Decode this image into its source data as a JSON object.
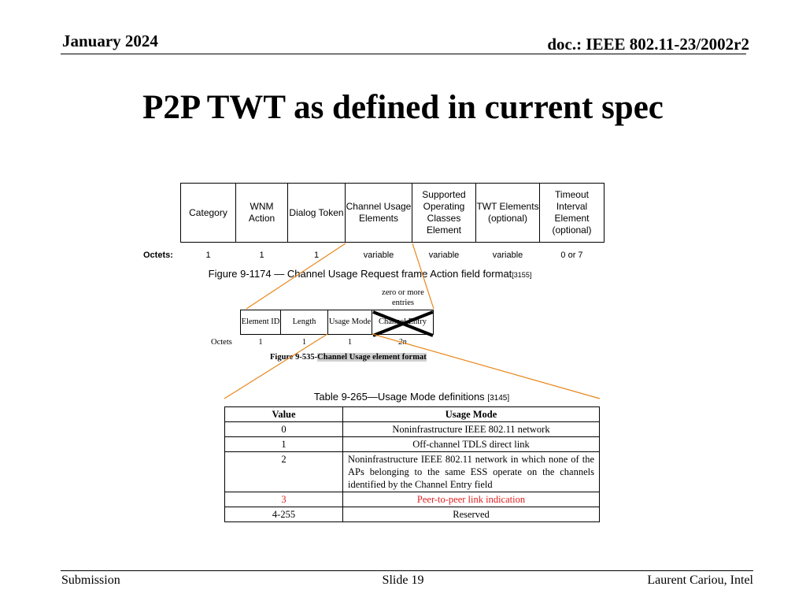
{
  "header": {
    "date": "January 2024",
    "doc": "doc.: IEEE 802.11-23/2002r2"
  },
  "title": "P2P TWT as defined in current spec",
  "figure1": {
    "fields": [
      "Category",
      "WNM Action",
      "Dialog Token",
      "Channel Usage Elements",
      "Supported Operating Classes Element",
      "TWT Elements (optional)",
      "Timeout Interval Element (optional)"
    ],
    "octets_label": "Octets:",
    "octets": [
      "1",
      "1",
      "1",
      "variable",
      "variable",
      "variable",
      "0 or 7"
    ],
    "caption": "Figure 9-1174 — Channel Usage Request frame Action field format",
    "caption_ref": "[3155]"
  },
  "figure2": {
    "fields": [
      "Element ID",
      "Length",
      "Usage Mode",
      "Channel Entry"
    ],
    "repeat_note": "zero or more entries",
    "octets_label": "Octets",
    "octets": [
      "1",
      "1",
      "1",
      "2n"
    ],
    "caption_prefix": "Figure 9-535-",
    "caption_text": "Channel Usage element format"
  },
  "table": {
    "caption": "Table 9-265—Usage Mode definitions",
    "caption_ref": "[3145]",
    "headers": [
      "Value",
      "Usage Mode"
    ],
    "rows": [
      {
        "value": "0",
        "mode": "Noninfrastructure IEEE 802.11 network"
      },
      {
        "value": "1",
        "mode": "Off-channel TDLS direct link"
      },
      {
        "value": "2",
        "mode": "Noninfrastructure IEEE 802.11 network in which none of the APs belonging to the same ESS operate on the channels identified by the Channel Entry field"
      },
      {
        "value": "3",
        "mode": "Peer-to-peer link indication"
      },
      {
        "value": "4-255",
        "mode": "Reserved"
      }
    ],
    "highlight_color": "#e02020"
  },
  "footer": {
    "left": "Submission",
    "center": "Slide 19",
    "right": "Laurent Cariou, Intel"
  },
  "colors": {
    "callout_line": "#e8861a"
  }
}
